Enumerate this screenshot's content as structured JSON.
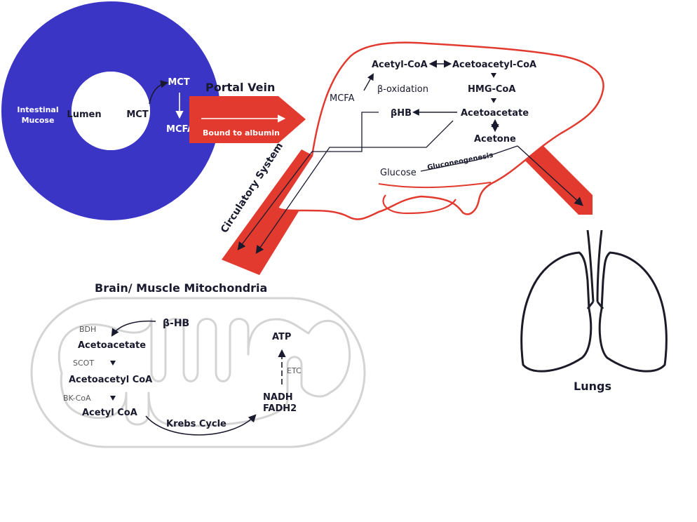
{
  "colors": {
    "intestine": "#3a35c4",
    "vessel": "#e23a2e",
    "liver_outline": "#e23a2e",
    "mito_outline": "#d4d4d4",
    "lungs": "#1c1c28",
    "text": "#1a1a2e"
  },
  "intestine": {
    "outer_label": [
      "Intestinal",
      "Mucose"
    ],
    "lumen_label": "Lumen",
    "mct_inner": "MCT",
    "mct_outer": "MCT",
    "mcfa": "MCFA"
  },
  "portal": {
    "label": "Portal Vein",
    "albumin": "Bound to albumin"
  },
  "circulatory": {
    "label": "Circulatory System"
  },
  "liver": {
    "acetyl_coa": "Acetyl-CoA",
    "acetoacetyl_coa": "Acetoacetyl-CoA",
    "beta_oxidation": "β-oxidation",
    "mcfa": "MCFA",
    "hmg_coa": "HMG-CoA",
    "bhb": "βHB",
    "acetoacetate": "Acetoacetate",
    "acetone": "Acetone",
    "glucose": "Glucose",
    "gluconeogenesis": "Gluconeogenesis"
  },
  "mito": {
    "title": "Brain/ Muscle Mitochondria",
    "bhb": "β-HB",
    "bdh": "BDH",
    "acetoacetate": "Acetoacetate",
    "scot": "SCOT",
    "acetoacetyl_coa": "Acetoacetyl CoA",
    "bk_coa": "BK-CoA",
    "acetyl_coa": "Acetyl CoA",
    "krebs": "Krebs Cycle",
    "atp": "ATP",
    "etc": "ETC",
    "nadh": "NADH",
    "fadh2": "FADH2"
  },
  "lungs": {
    "label": "Lungs"
  }
}
